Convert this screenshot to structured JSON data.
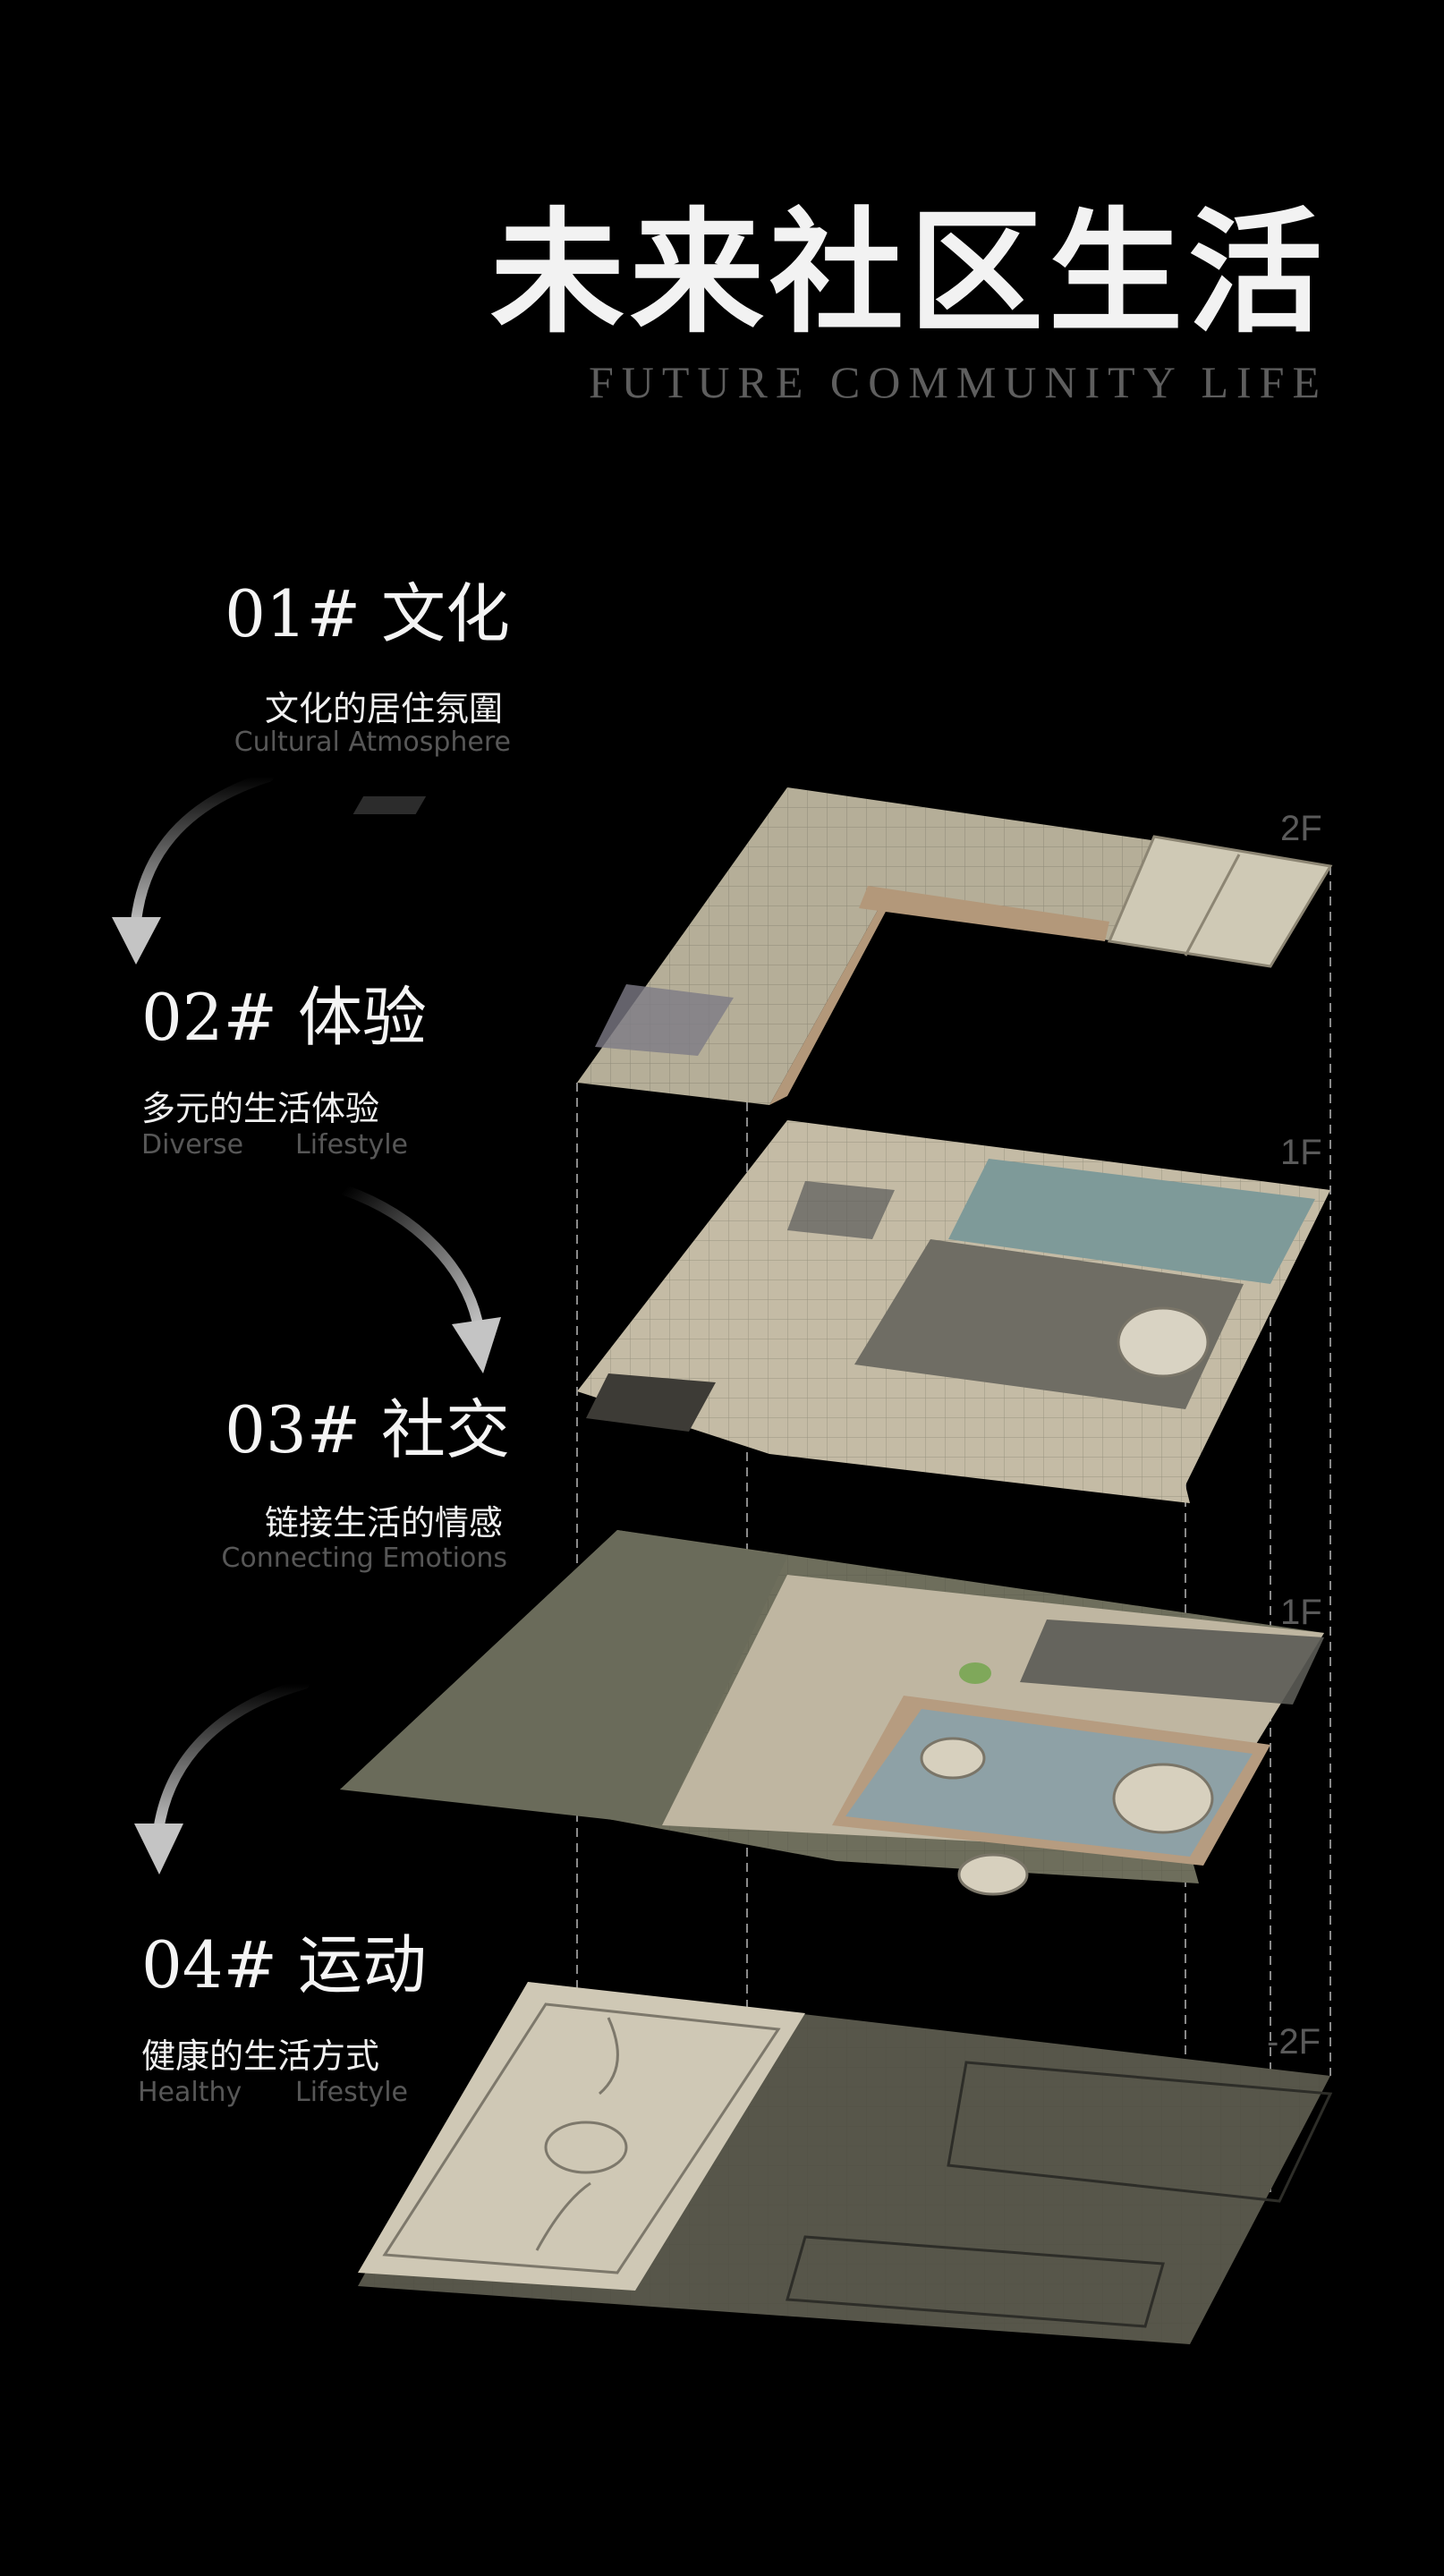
{
  "header": {
    "title_cn": "未来社区生活",
    "title_en": "FUTURE COMMUNITY LIFE"
  },
  "sections": [
    {
      "heading": "01# 文化",
      "subtitle_cn": "文化的居住氛圍",
      "subtitle_en": "Cultural Atmosphere"
    },
    {
      "heading": "02# 体验",
      "subtitle_cn": "多元的生活体验",
      "subtitle_en_a": "Diverse",
      "subtitle_en_b": "Lifestyle"
    },
    {
      "heading": "03# 社交",
      "subtitle_cn": "链接生活的情感",
      "subtitle_en": "Connecting Emotions"
    },
    {
      "heading": "04# 运动",
      "subtitle_cn": "健康的生活方式",
      "subtitle_en_a": "Healthy",
      "subtitle_en_b": "Lifestyle"
    }
  ],
  "floors": [
    {
      "label": "2F"
    },
    {
      "label": "1F"
    },
    {
      "label": "1F"
    },
    {
      "label": "-2F"
    }
  ],
  "colors": {
    "background": "#000000",
    "plan_light": "#b9b29d",
    "plan_dark": "#6e6d5c",
    "pool": "#7f9a9c",
    "corridor": "#b59c7f",
    "guide_line": "#8a8a8a"
  }
}
